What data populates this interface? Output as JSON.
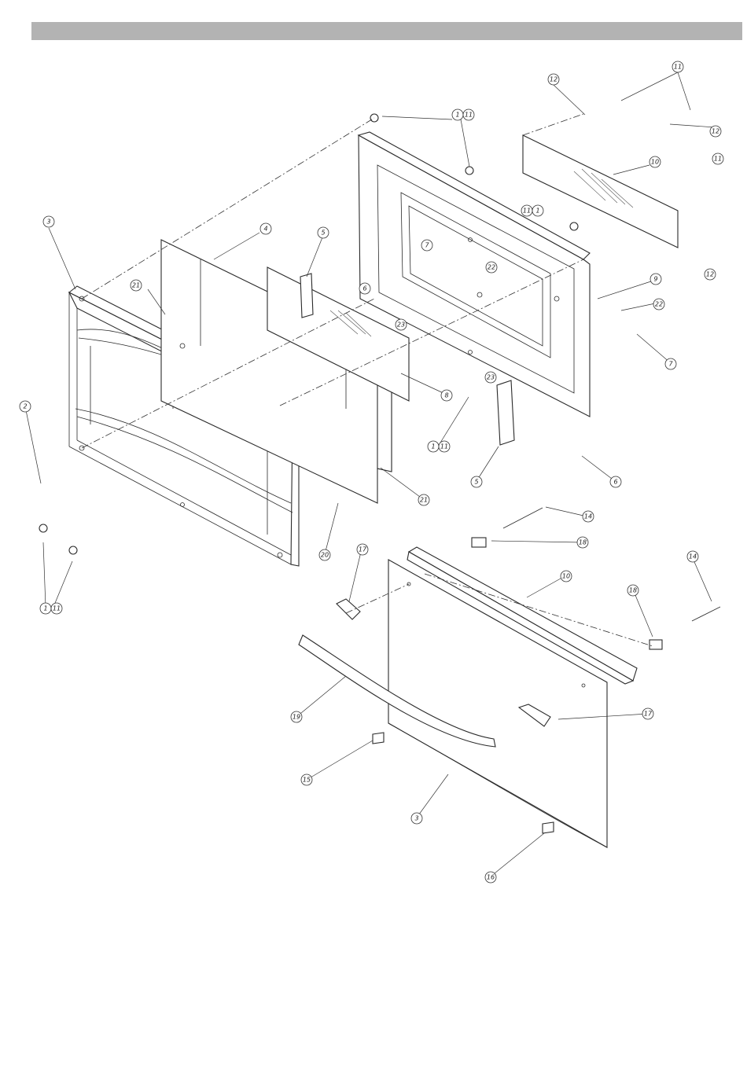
{
  "header": {
    "title": ""
  },
  "callouts": [
    "1",
    "11",
    "2",
    "3",
    "4",
    "5",
    "6",
    "7",
    "8",
    "9",
    "10",
    "12",
    "14",
    "15",
    "16",
    "17",
    "18",
    "19",
    "20",
    "21",
    "22",
    "23"
  ]
}
